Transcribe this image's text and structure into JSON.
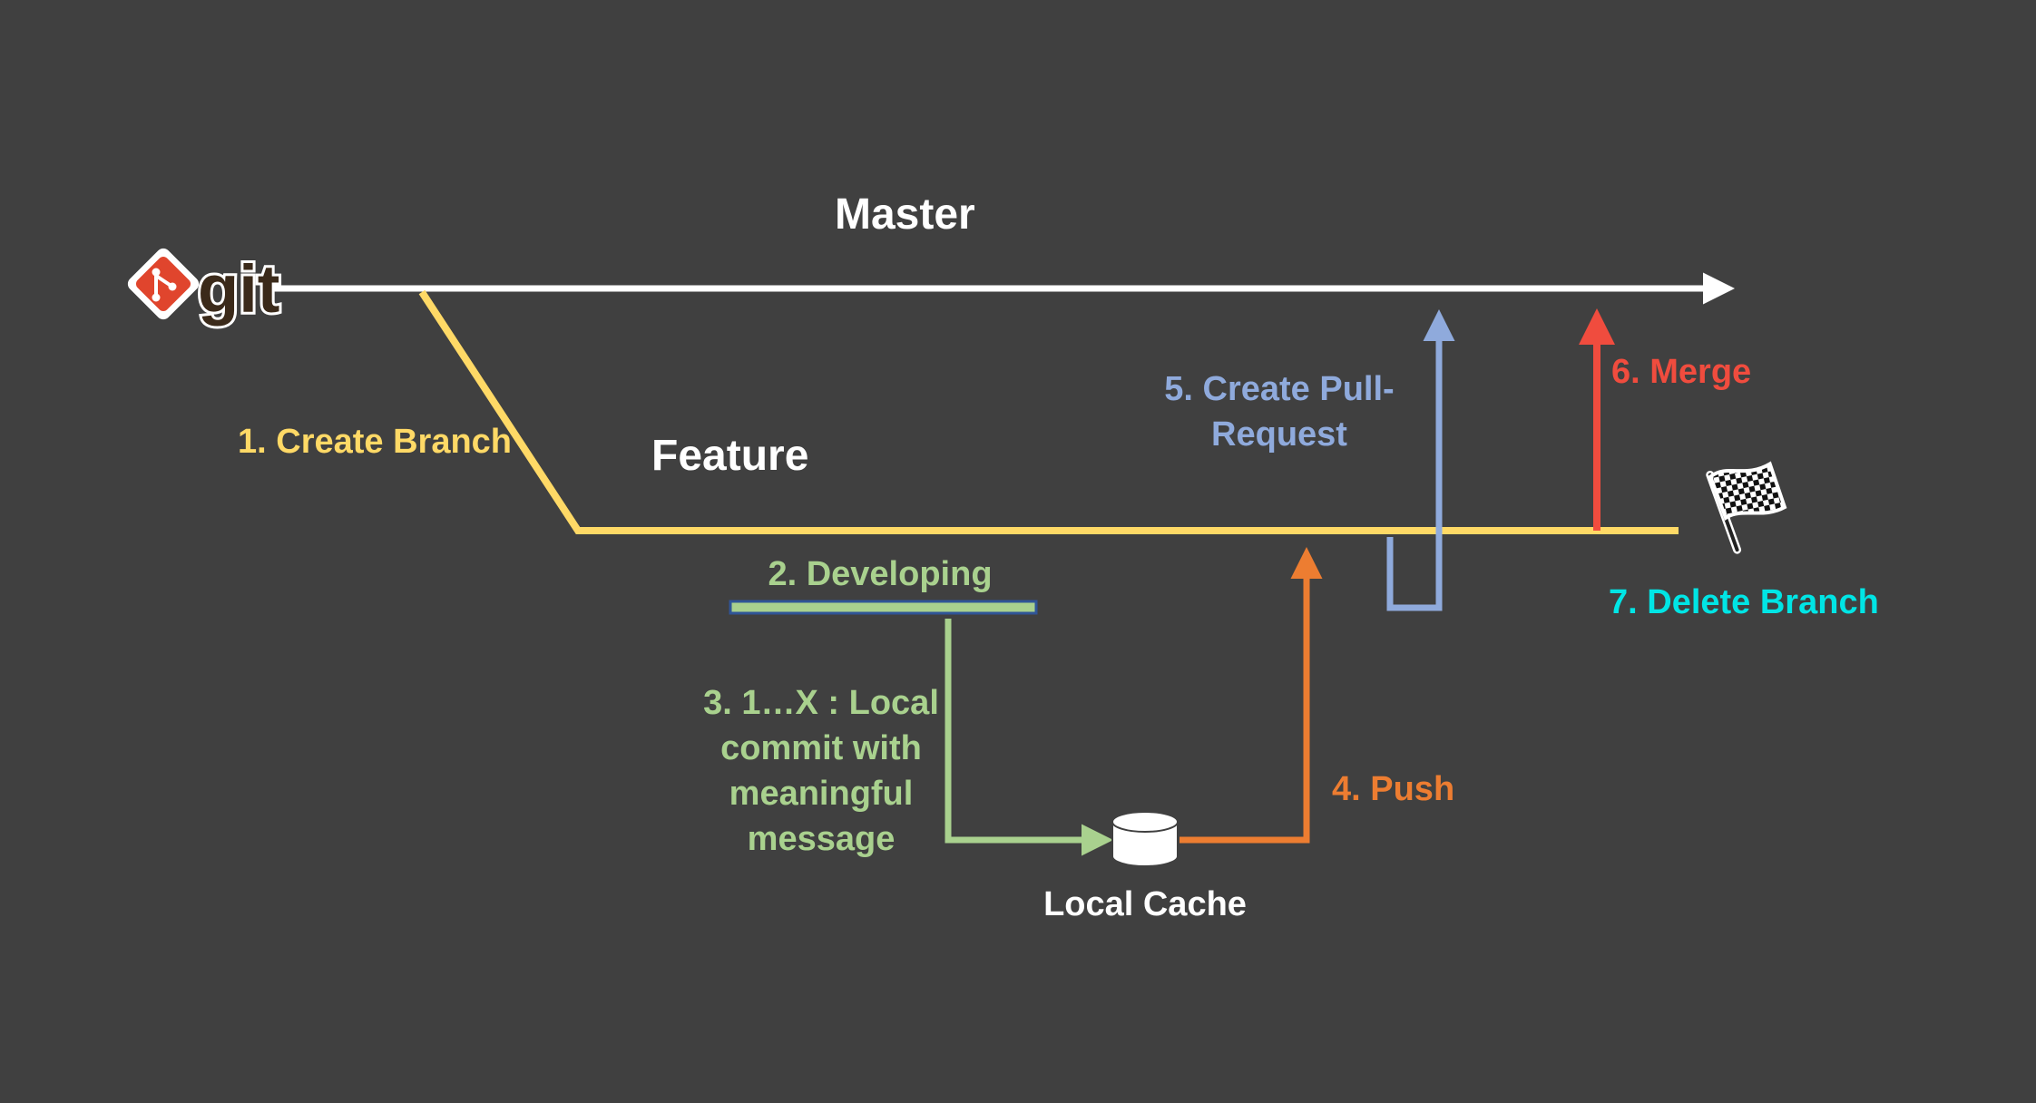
{
  "diagram": {
    "title": "Master",
    "feature_label": "Feature",
    "logo_text": "git",
    "steps": [
      {
        "id": "create-branch",
        "label": "1. Create Branch",
        "color": "#ffd966"
      },
      {
        "id": "developing",
        "label": "2. Developing",
        "color": "#a9d18e"
      },
      {
        "id": "local-commit",
        "label": "3. 1…X : Local commit with meaningful message",
        "color": "#a9d18e"
      },
      {
        "id": "push",
        "label": "4. Push",
        "color": "#ed7d31"
      },
      {
        "id": "pull-request",
        "label": "5. Create Pull-Request",
        "color": "#8faadc"
      },
      {
        "id": "merge",
        "label": "6. Merge",
        "color": "#f04c3e"
      },
      {
        "id": "delete-branch",
        "label": "7. Delete Branch",
        "color": "#00e5e5"
      }
    ],
    "local_cache_label": "Local Cache",
    "icons": [
      "git-logo-icon",
      "database-icon",
      "checkered-flag-icon"
    ],
    "colors": {
      "background": "#404040",
      "master_line": "#ffffff",
      "feature_line": "#ffd966"
    }
  }
}
